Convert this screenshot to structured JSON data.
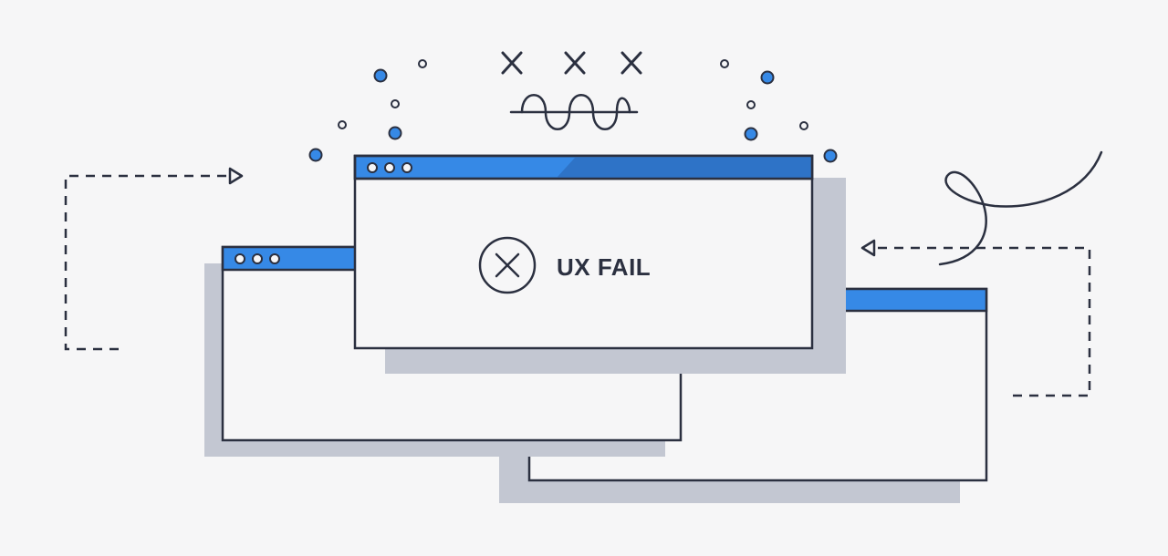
{
  "message": {
    "label": "UX FAIL",
    "icon": "circle-x-icon"
  },
  "windows": [
    {
      "name": "back-left-window",
      "dots": 3
    },
    {
      "name": "back-right-window",
      "dots": 0
    },
    {
      "name": "front-error-window",
      "dots": 3
    }
  ],
  "decorations": {
    "confused_marks": [
      "x-icon",
      "x-icon",
      "x-icon"
    ],
    "mouth": "wavy-line-icon"
  },
  "colors": {
    "background": "#f6f6f7",
    "accent_blue": "#3689e6",
    "accent_blue_dark": "#2e73c7",
    "outline": "#2b3040",
    "shadow": "#c3c7d2",
    "window_fill": "#f6f6f7"
  }
}
